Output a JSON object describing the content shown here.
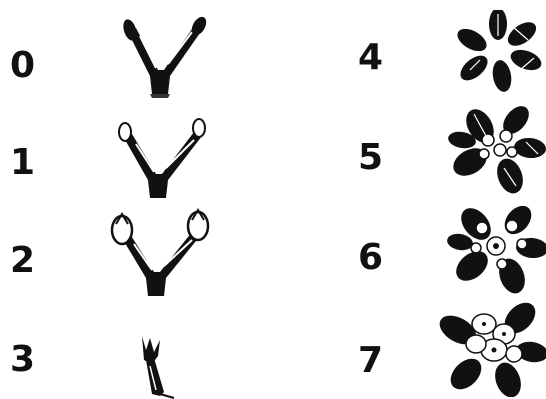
{
  "stages": [
    {
      "number": "0",
      "icon": "dormant-bud-branch-icon"
    },
    {
      "number": "1",
      "icon": "silver-tip-branch-icon"
    },
    {
      "number": "2",
      "icon": "green-tip-branch-icon"
    },
    {
      "number": "3",
      "icon": "half-inch-green-twig-icon"
    },
    {
      "number": "4",
      "icon": "tight-cluster-leaves-icon"
    },
    {
      "number": "5",
      "icon": "pink-cluster-leaves-icon"
    },
    {
      "number": "6",
      "icon": "king-bloom-flower-icon"
    },
    {
      "number": "7",
      "icon": "full-bloom-flower-icon"
    }
  ],
  "colors": {
    "ink": "#111111",
    "paper": "#ffffff"
  }
}
